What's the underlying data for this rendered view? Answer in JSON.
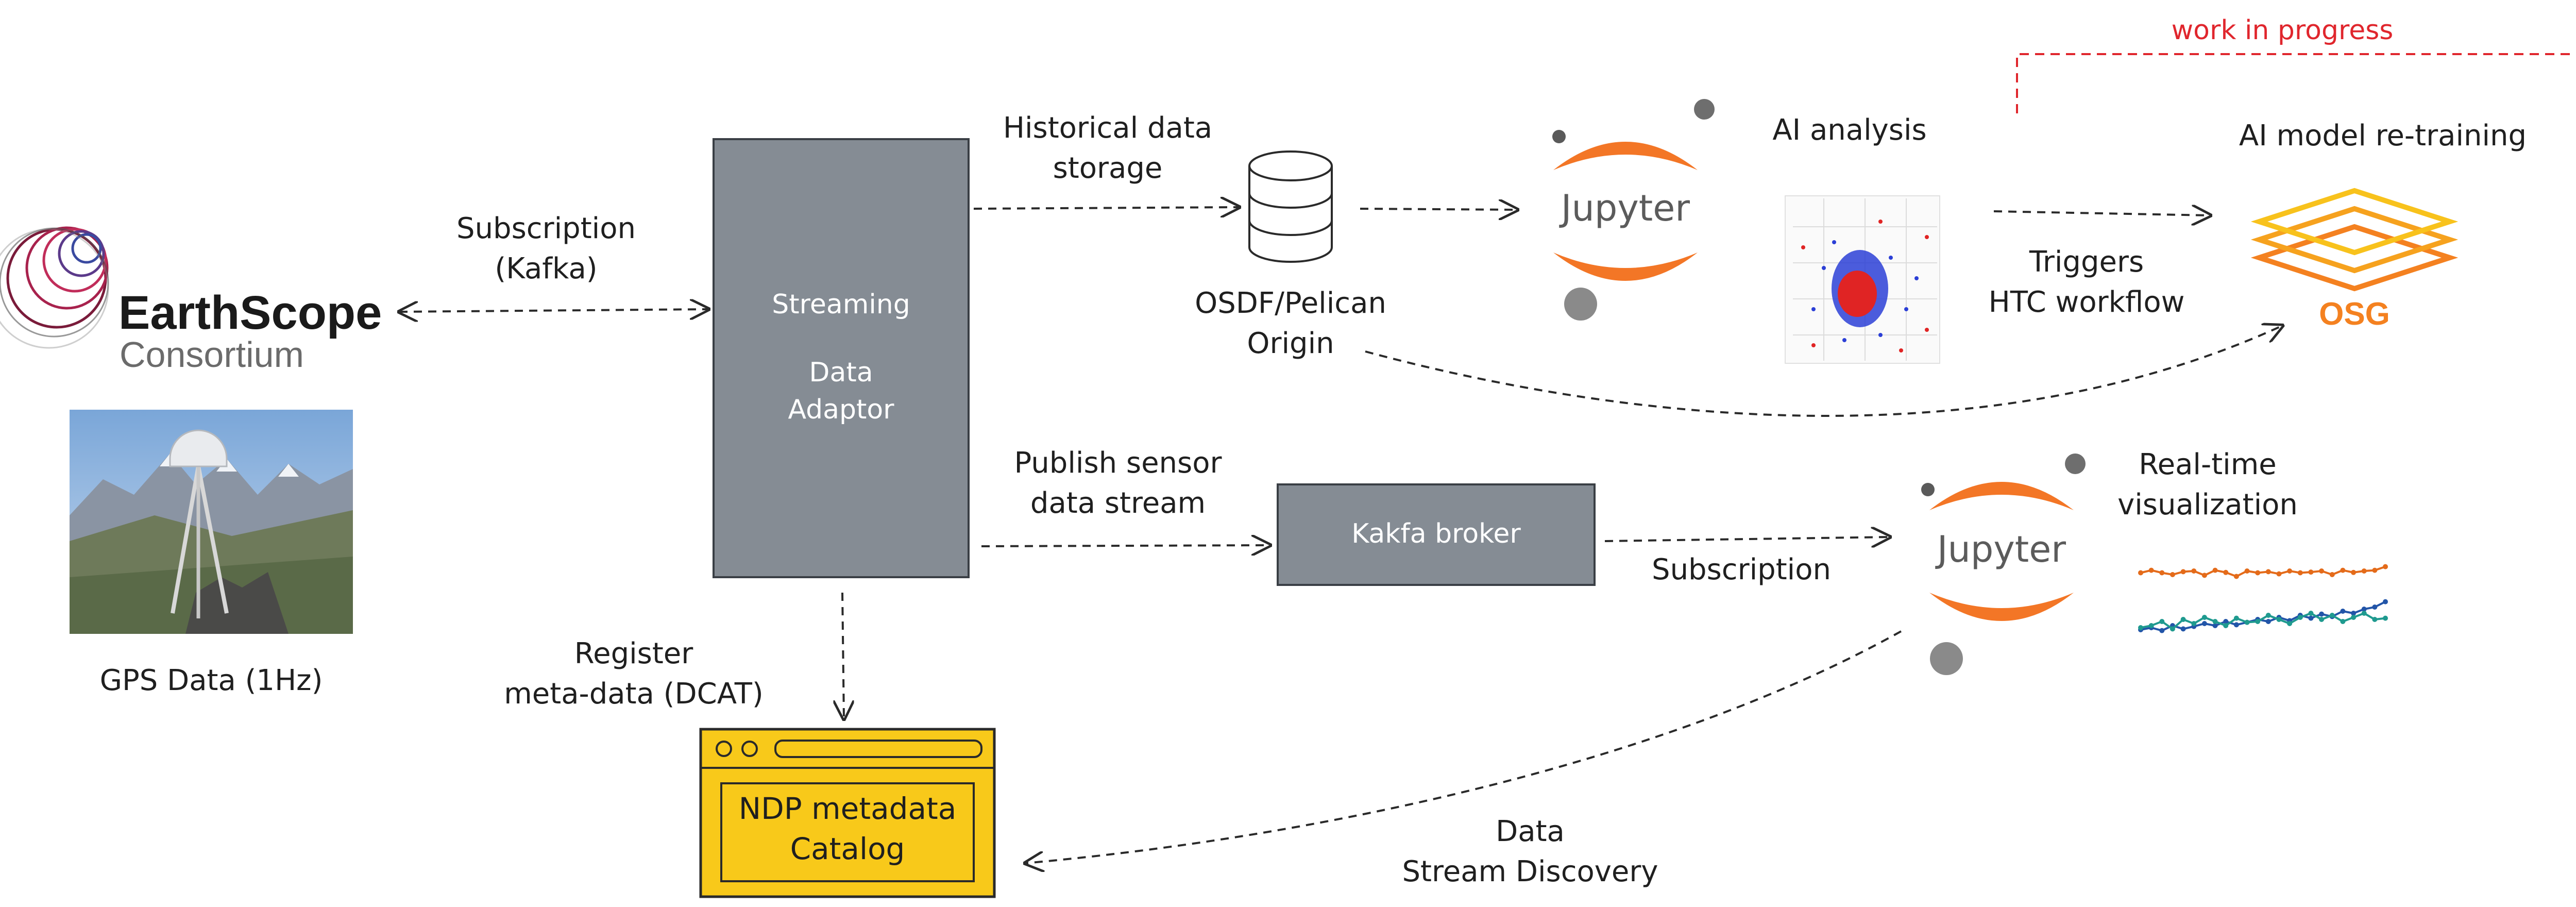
{
  "colors": {
    "box": "#858c94",
    "catalog": "#f8c91a",
    "jupyter_orange": "#f37626",
    "osg_orange": "#f48120",
    "osg_yellow": "#f8b81c",
    "wip_red": "#e0262d",
    "series_orange": "#e46b1a",
    "series_blue": "#2255a8",
    "series_teal": "#1f9a8f"
  },
  "earthscope": {
    "name": "EarthScope",
    "sub": "Consortium"
  },
  "gps": {
    "label": "GPS Data (1Hz)"
  },
  "links": {
    "subscription_kafka": [
      "Subscription",
      "(Kafka)"
    ],
    "historical": [
      "Historical data",
      "storage"
    ],
    "publish": [
      "Publish sensor",
      "data stream"
    ],
    "register": [
      "Register",
      "meta-data (DCAT)"
    ],
    "subscription": "Subscription",
    "triggers": [
      "Triggers",
      "HTC workflow"
    ],
    "discovery": [
      "Data",
      "Stream Discovery"
    ]
  },
  "nodes": {
    "adaptor": {
      "line1": "Streaming",
      "line2": "Data",
      "line3": "Adaptor"
    },
    "osdf": [
      "OSDF/Pelican",
      "Origin"
    ],
    "jupyter": "Jupyter",
    "ai_analysis": "AI analysis",
    "ai_retraining": "AI model re-training",
    "osg": "OSG",
    "kafka": "Kakfa broker",
    "realtime": [
      "Real-time",
      "visualization"
    ],
    "catalog": [
      "NDP metadata",
      "Catalog"
    ]
  },
  "wip": "work in progress",
  "viz": {
    "series": [
      {
        "color": "orange",
        "values": [
          0.55,
          0.62,
          0.55,
          0.5,
          0.58,
          0.6,
          0.48,
          0.62,
          0.56,
          0.45,
          0.6,
          0.55,
          0.58,
          0.52,
          0.6,
          0.55,
          0.57,
          0.6,
          0.5,
          0.62,
          0.56,
          0.6,
          0.62,
          0.72
        ]
      },
      {
        "color": "blue",
        "values": [
          0.1,
          0.15,
          0.08,
          0.2,
          0.12,
          0.18,
          0.25,
          0.2,
          0.3,
          0.22,
          0.28,
          0.35,
          0.3,
          0.4,
          0.32,
          0.45,
          0.38,
          0.48,
          0.42,
          0.55,
          0.5,
          0.6,
          0.65,
          0.78
        ]
      },
      {
        "color": "teal",
        "values": [
          0.15,
          0.2,
          0.3,
          0.12,
          0.35,
          0.25,
          0.4,
          0.3,
          0.2,
          0.38,
          0.28,
          0.3,
          0.45,
          0.35,
          0.25,
          0.4,
          0.5,
          0.35,
          0.45,
          0.3,
          0.4,
          0.5,
          0.35,
          0.38
        ]
      }
    ]
  }
}
